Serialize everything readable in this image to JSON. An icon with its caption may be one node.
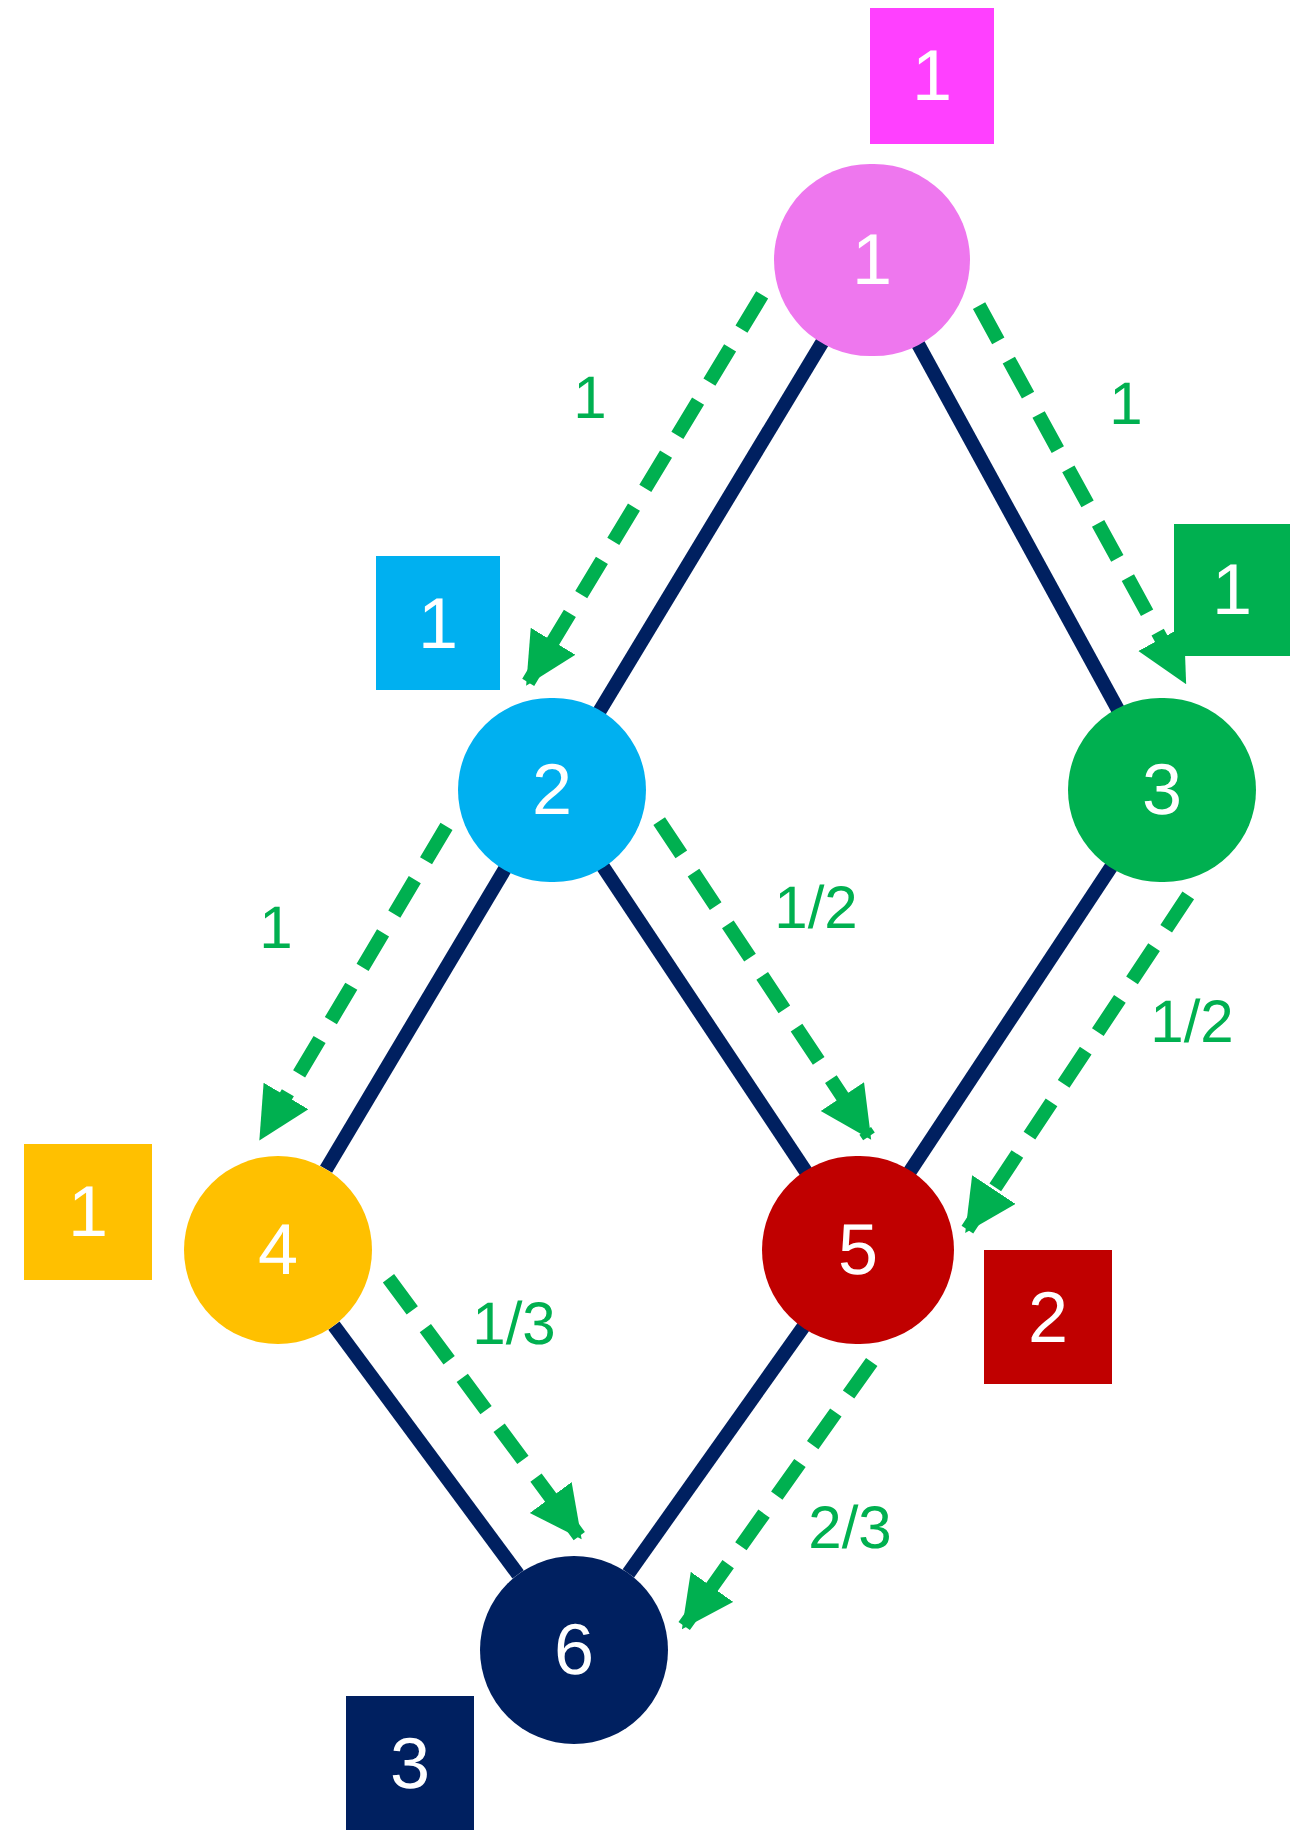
{
  "diagram": {
    "nodes": [
      {
        "text": [
          "1"
        ]
      },
      {
        "text": [
          "2"
        ]
      },
      {
        "text": [
          "3"
        ]
      },
      {
        "text": [
          "4"
        ]
      },
      {
        "text": [
          "5"
        ]
      },
      {
        "text": [
          "6"
        ]
      },
      {
        "text": [
          "1"
        ]
      },
      {
        "text": [
          "1"
        ]
      },
      {
        "text": [
          "1"
        ]
      },
      {
        "text": [
          "1"
        ]
      },
      {
        "text": [
          "2"
        ]
      },
      {
        "text": [
          "3"
        ]
      }
    ],
    "edges": [
      {
        "from": 0,
        "to": 1,
        "arrow": "none"
      },
      {
        "from": 0,
        "to": 2,
        "arrow": "none"
      },
      {
        "from": 1,
        "to": 3,
        "arrow": "none"
      },
      {
        "from": 1,
        "to": 4,
        "arrow": "none"
      },
      {
        "from": 2,
        "to": 4,
        "arrow": "none"
      },
      {
        "from": 3,
        "to": 5,
        "arrow": "none"
      },
      {
        "from": 4,
        "to": 5,
        "arrow": "none"
      },
      {
        "from": 0,
        "to": 1,
        "arrow": "to",
        "label": "1",
        "style": "dashed",
        "color": "#00b050"
      },
      {
        "from": 0,
        "to": 2,
        "arrow": "to",
        "label": "1",
        "style": "dashed",
        "color": "#00b050"
      },
      {
        "from": 1,
        "to": 3,
        "arrow": "to",
        "label": "1",
        "style": "dashed",
        "color": "#00b050"
      },
      {
        "from": 1,
        "to": 4,
        "arrow": "to",
        "label": "1/2",
        "style": "dashed",
        "color": "#00b050"
      },
      {
        "from": 2,
        "to": 4,
        "arrow": "to",
        "label": "1/2",
        "style": "dashed",
        "color": "#00b050"
      },
      {
        "from": 3,
        "to": 5,
        "arrow": "to",
        "label": "1/3",
        "style": "dashed",
        "color": "#00b050"
      },
      {
        "from": 4,
        "to": 5,
        "arrow": "to",
        "label": "2/3",
        "style": "dashed",
        "color": "#00b050"
      }
    ]
  }
}
